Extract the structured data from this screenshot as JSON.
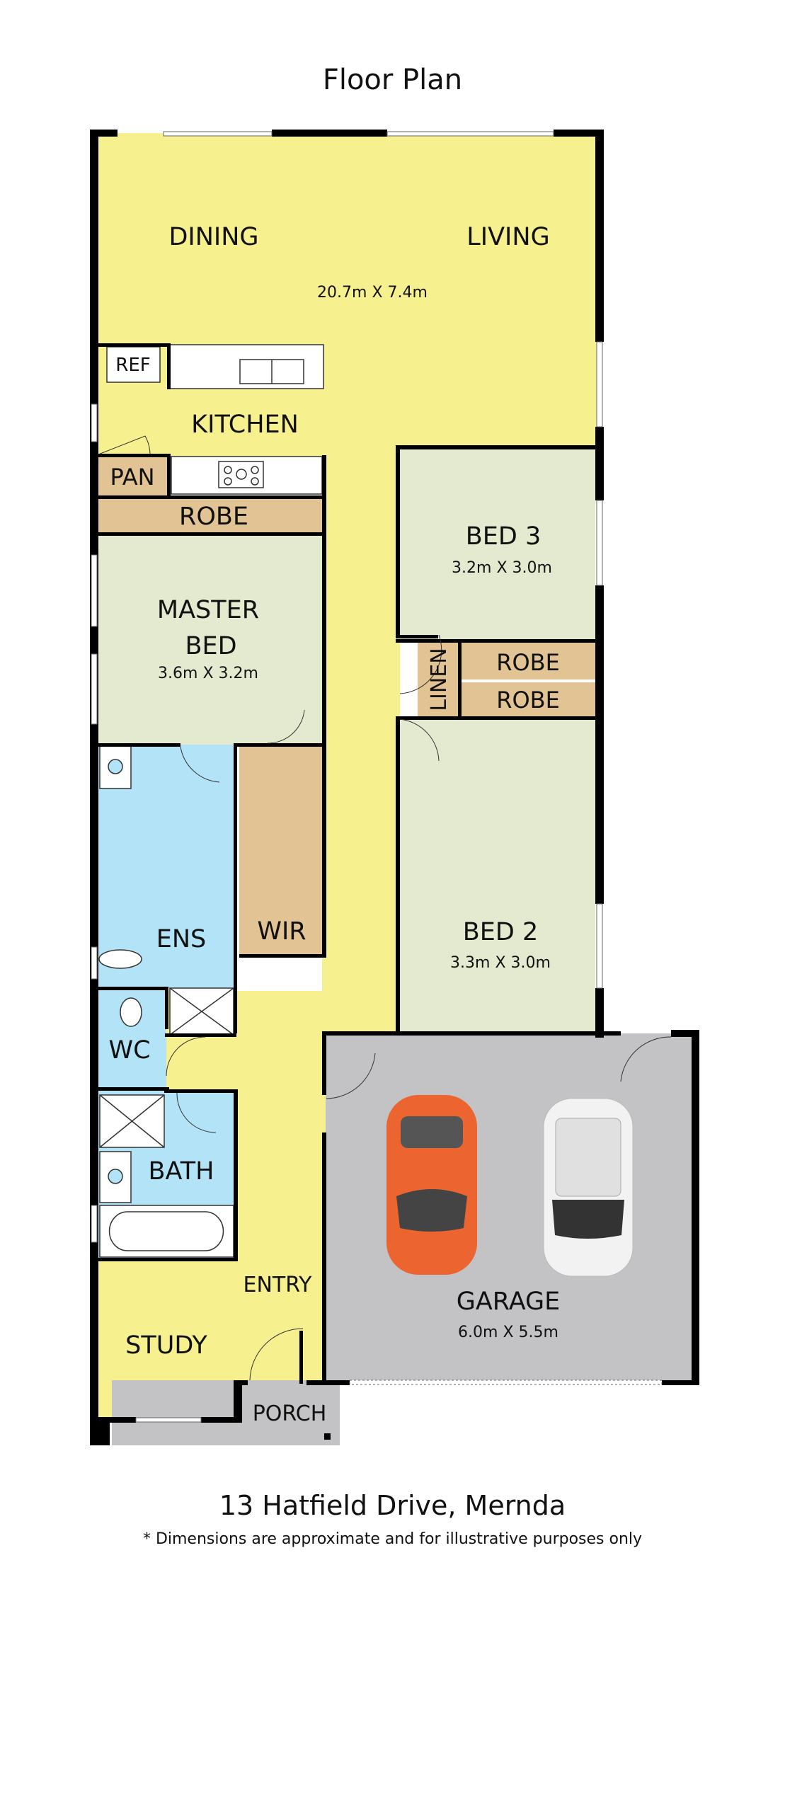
{
  "title": "Floor Plan",
  "rooms": {
    "dining": "DINING",
    "living": "LIVING",
    "open_plan_dims": "20.7m X 7.4m",
    "ref": "REF",
    "kitchen": "KITCHEN",
    "pan": "PAN",
    "robe_master": "ROBE",
    "master_line1": "MASTER",
    "master_line2": "BED",
    "master_dims": "3.6m X 3.2m",
    "bed3": "BED 3",
    "bed3_dims": "3.2m X 3.0m",
    "linen": "LINEN",
    "robe_bed3": "ROBE",
    "robe_bed2": "ROBE",
    "bed2": "BED 2",
    "bed2_dims": "3.3m X 3.0m",
    "ens": "ENS",
    "wir": "WIR",
    "wc": "WC",
    "bath": "BATH",
    "entry": "ENTRY",
    "study": "STUDY",
    "porch": "PORCH",
    "garage": "GARAGE",
    "garage_dims": "6.0m X 5.5m"
  },
  "address": "13 Hatfield Drive, Mernda",
  "disclaimer": "* Dimensions are approximate and for illustrative purposes only",
  "colors": {
    "living": "#f6f08e",
    "bedroom": "#e3ead0",
    "storage": "#e2c394",
    "wet": "#b3e3f7",
    "garage": "#c3c2c4",
    "car_orange": "#ec6530",
    "car_white": "#f2f2f2"
  }
}
